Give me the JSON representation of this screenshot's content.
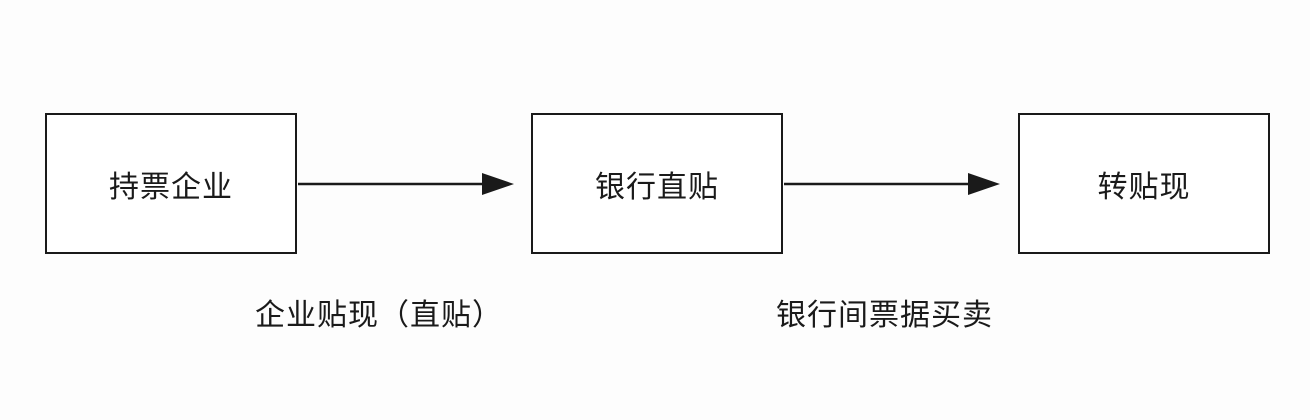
{
  "diagram": {
    "nodes": [
      {
        "id": "holding-enterprise",
        "label": "持票企业"
      },
      {
        "id": "bank-direct-discount",
        "label": "银行直贴"
      },
      {
        "id": "rediscount",
        "label": "转贴现"
      }
    ],
    "edges": [
      {
        "from": "holding-enterprise",
        "to": "bank-direct-discount",
        "label": "企业贴现（直贴）"
      },
      {
        "from": "bank-direct-discount",
        "to": "rediscount",
        "label": "银行间票据买卖"
      }
    ],
    "colors": {
      "stroke": "#1a1a1a",
      "background": "#ffffff"
    }
  }
}
